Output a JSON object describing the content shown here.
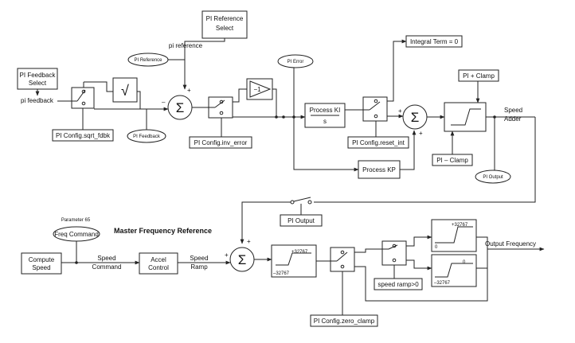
{
  "labels": {
    "pi_reference_select": [
      "PI Reference",
      "Select"
    ],
    "pi_reference_signal": "pi reference",
    "pi_reference_bubble": "PI Reference",
    "pi_error": "PI Error",
    "integral_term": "Integral Term = 0",
    "pi_plus_clamp": "PI + Clamp",
    "pi_minus_clamp": "PI – Clamp",
    "pi_output_bubble": "PI Output",
    "speed_adder": [
      "Speed",
      "Adder"
    ],
    "pi_feedback_select": [
      "PI Feedback",
      "Select"
    ],
    "pi_feedback_signal": "pi feedback",
    "pi_config_sqrt_fdbk": "PI Config.sqrt_fdbk",
    "pi_feedback_bubble": "PI Feedback",
    "pi_config_inv_error": "PI Config.inv_error",
    "process_ki": [
      "Process KI",
      "s"
    ],
    "pi_config_reset_int": "PI Config.reset_int",
    "process_kp": "Process KP",
    "pi_output_label": "PI Output",
    "parameter_65": "Parameter 65",
    "freq_command": "Freq Command",
    "master_frequency_reference": "Master Frequency Reference",
    "compute_speed": [
      "Compute",
      "Speed"
    ],
    "speed_command": [
      "Speed",
      "Command"
    ],
    "accel_control": [
      "Accel",
      "Control"
    ],
    "speed_ramp": [
      "Speed",
      "Ramp"
    ],
    "limiter_max": "+32767",
    "limiter_min": "–32767",
    "clamp_pos_max": "+32767",
    "clamp_pos_min": "0",
    "clamp_neg_max": "0",
    "clamp_neg_min": "–32767",
    "output_frequency": "Output Frequency",
    "speed_ramp_gt0": "speed ramp>0",
    "pi_config_zero_clamp": "PI Config.zero_clamp",
    "sqrt_symbol": "√",
    "sigma": "Σ",
    "inverter_gain": "−1",
    "plus": "+",
    "minus": "–"
  }
}
